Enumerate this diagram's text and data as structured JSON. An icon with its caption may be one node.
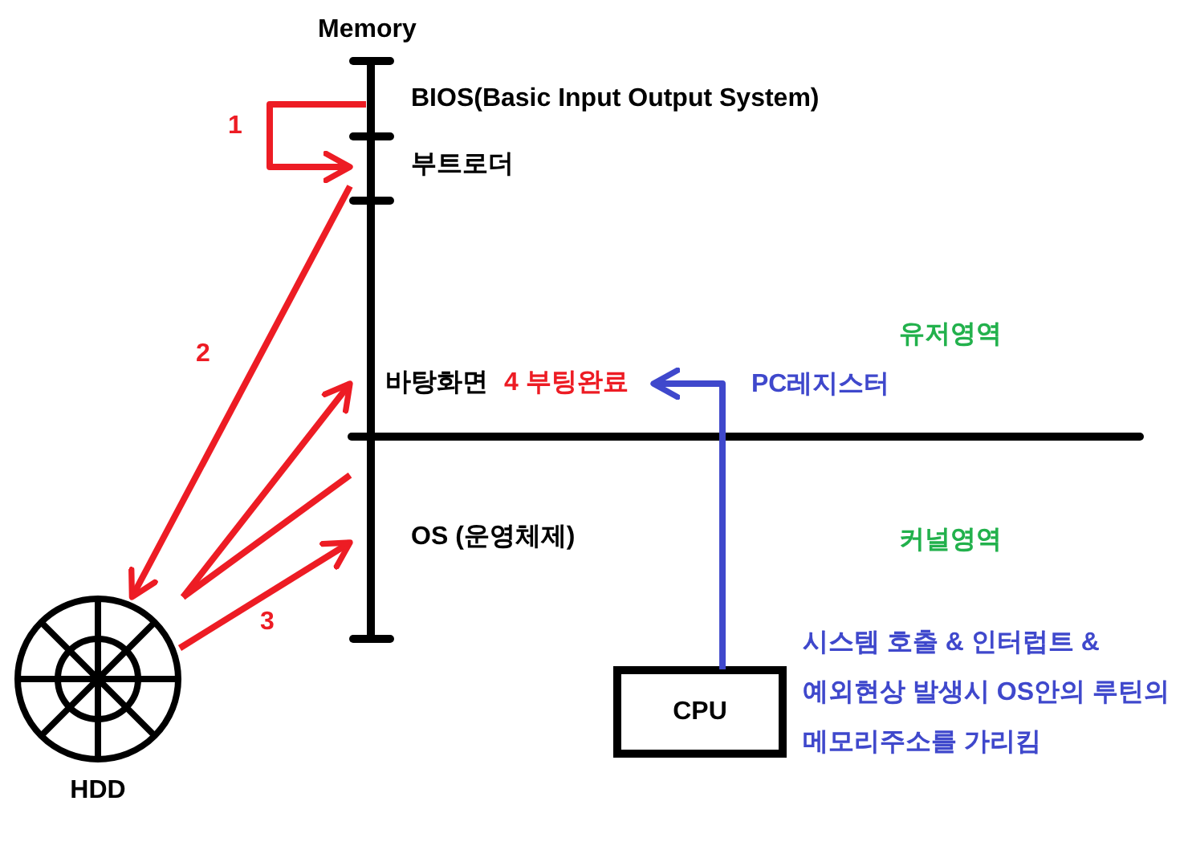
{
  "diagram": {
    "nodes": [
      {
        "text": [
          "BIOS(Basic Input Output System)"
        ]
      },
      {
        "text": [
          "부트로더"
        ]
      },
      {
        "text": [
          "바탕화면"
        ]
      },
      {
        "text": [
          "OS (운영체제)"
        ]
      },
      {
        "text": [
          "HDD"
        ]
      },
      {
        "text": [
          "CPU"
        ]
      },
      {
        "text": [
          "4 부팅완료"
        ]
      }
    ],
    "edges": [
      {
        "from": 0,
        "to": 1,
        "arrow": "to",
        "label": "1"
      },
      {
        "from": 1,
        "to": 4,
        "arrow": "to",
        "label": "2"
      },
      {
        "from": 4,
        "to": 2,
        "arrow": "to"
      },
      {
        "from": 3,
        "to": 4,
        "arrow": "none"
      },
      {
        "from": 4,
        "to": 3,
        "arrow": "to",
        "label": "3"
      },
      {
        "from": 5,
        "to": 6,
        "arrow": "to",
        "label": "PC레지스터",
        "color": "#3f48cc"
      }
    ],
    "labels": [
      "Memory",
      "유저영역",
      "커널영역",
      "시스템 호출 & 인터럽트 & 예외현상 발생시 OS안의 루틴의 메모리주소를 가리킴"
    ]
  }
}
